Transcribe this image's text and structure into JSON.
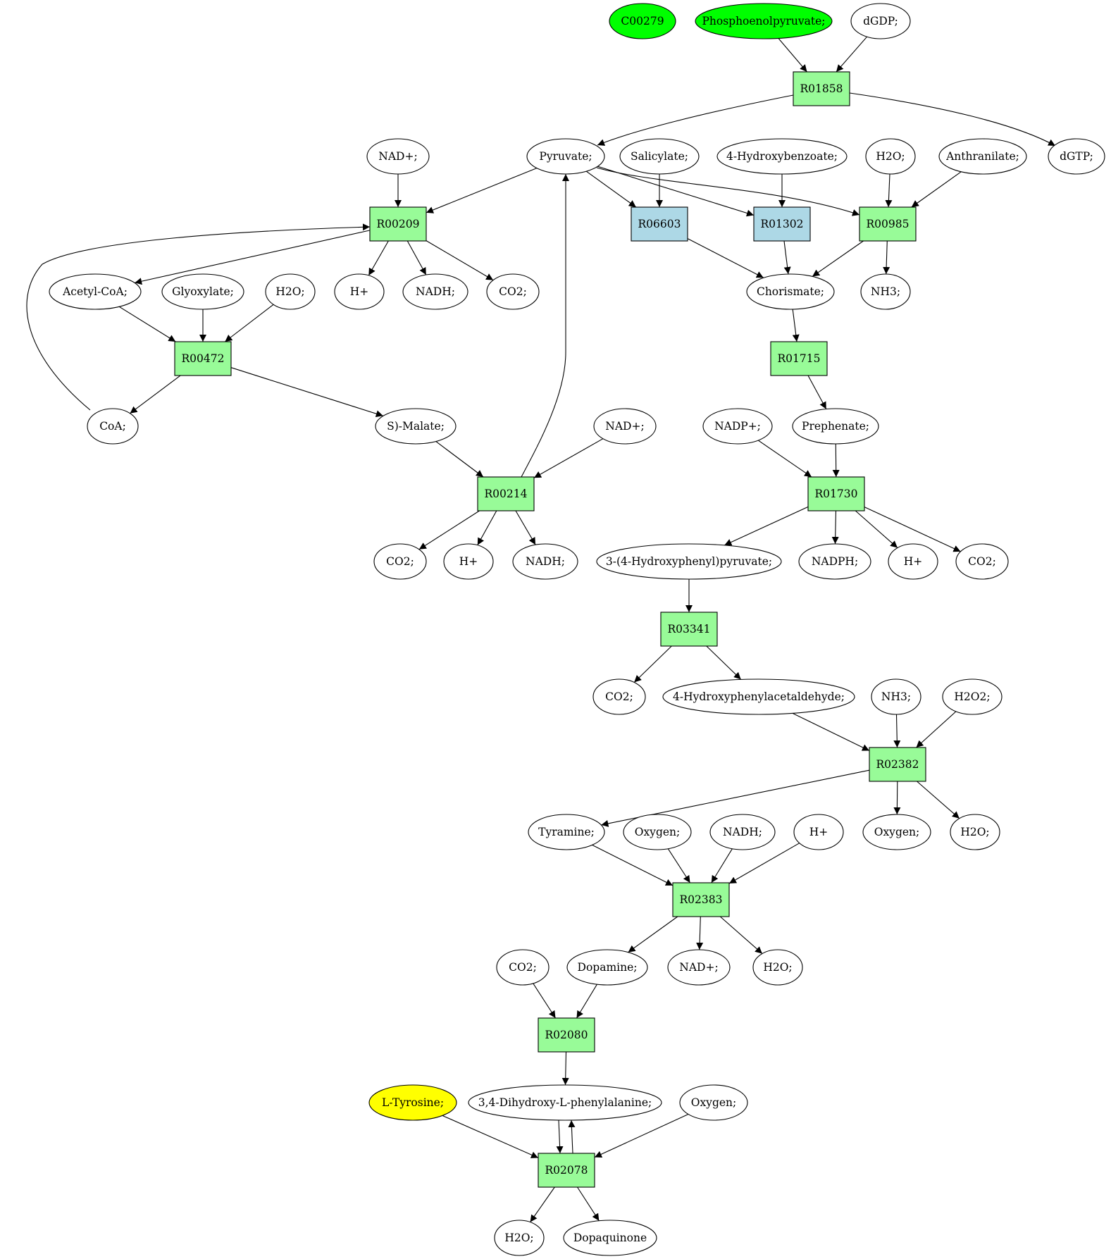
{
  "colors": {
    "reaction": "#98fb98",
    "reaction_alt": "#add8e6",
    "compound": "#ffffff",
    "source": "#00ff00",
    "target": "#ffff00",
    "stroke": "#000000"
  },
  "nodes": [
    {
      "id": "c00279",
      "label": "C00279",
      "kind": "compound",
      "fill": "#00ff00"
    },
    {
      "id": "pep",
      "label": "Phosphoenolpyruvate;",
      "kind": "compound",
      "fill": "#00ff00"
    },
    {
      "id": "dgdp",
      "label": "dGDP;",
      "kind": "compound"
    },
    {
      "id": "R01858",
      "label": "R01858",
      "kind": "reaction"
    },
    {
      "id": "dgtp",
      "label": "dGTP;",
      "kind": "compound"
    },
    {
      "id": "nad1",
      "label": "NAD+;",
      "kind": "compound"
    },
    {
      "id": "pyruvate",
      "label": "Pyruvate;",
      "kind": "compound"
    },
    {
      "id": "salicylate",
      "label": "Salicylate;",
      "kind": "compound"
    },
    {
      "id": "hbz",
      "label": "4-Hydroxybenzoate;",
      "kind": "compound"
    },
    {
      "id": "h2o_top",
      "label": "H2O;",
      "kind": "compound"
    },
    {
      "id": "anthranilate",
      "label": "Anthranilate;",
      "kind": "compound"
    },
    {
      "id": "R00209",
      "label": "R00209",
      "kind": "reaction"
    },
    {
      "id": "R06603",
      "label": "R06603",
      "kind": "reaction",
      "fill": "#add8e6"
    },
    {
      "id": "R01302",
      "label": "R01302",
      "kind": "reaction",
      "fill": "#add8e6"
    },
    {
      "id": "R00985",
      "label": "R00985",
      "kind": "reaction"
    },
    {
      "id": "acetylcoa",
      "label": "Acetyl-CoA;",
      "kind": "compound"
    },
    {
      "id": "glyoxylate",
      "label": "Glyoxylate;",
      "kind": "compound"
    },
    {
      "id": "h2o_b",
      "label": "H2O;",
      "kind": "compound"
    },
    {
      "id": "hplus1",
      "label": "H+",
      "kind": "compound"
    },
    {
      "id": "nadh1",
      "label": "NADH;",
      "kind": "compound"
    },
    {
      "id": "co2_a",
      "label": "CO2;",
      "kind": "compound"
    },
    {
      "id": "chorismate",
      "label": "Chorismate;",
      "kind": "compound"
    },
    {
      "id": "nh3_a",
      "label": "NH3;",
      "kind": "compound"
    },
    {
      "id": "R00472",
      "label": "R00472",
      "kind": "reaction"
    },
    {
      "id": "R01715",
      "label": "R01715",
      "kind": "reaction"
    },
    {
      "id": "coa",
      "label": "CoA;",
      "kind": "compound"
    },
    {
      "id": "smalate",
      "label": "S)-Malate;",
      "kind": "compound"
    },
    {
      "id": "nad2",
      "label": "NAD+;",
      "kind": "compound"
    },
    {
      "id": "nadp",
      "label": "NADP+;",
      "kind": "compound"
    },
    {
      "id": "prephenate",
      "label": "Prephenate;",
      "kind": "compound"
    },
    {
      "id": "R00214",
      "label": "R00214",
      "kind": "reaction"
    },
    {
      "id": "R01730",
      "label": "R01730",
      "kind": "reaction"
    },
    {
      "id": "co2_b",
      "label": "CO2;",
      "kind": "compound"
    },
    {
      "id": "hplus2",
      "label": "H+",
      "kind": "compound"
    },
    {
      "id": "nadh2",
      "label": "NADH;",
      "kind": "compound"
    },
    {
      "id": "hpp",
      "label": "3-(4-Hydroxyphenyl)pyruvate;",
      "kind": "compound"
    },
    {
      "id": "nadph",
      "label": "NADPH;",
      "kind": "compound"
    },
    {
      "id": "hplus3",
      "label": "H+",
      "kind": "compound"
    },
    {
      "id": "co2_c",
      "label": "CO2;",
      "kind": "compound"
    },
    {
      "id": "R03341",
      "label": "R03341",
      "kind": "reaction"
    },
    {
      "id": "co2_d",
      "label": "CO2;",
      "kind": "compound"
    },
    {
      "id": "hpaa",
      "label": "4-Hydroxyphenylacetaldehyde;",
      "kind": "compound"
    },
    {
      "id": "nh3_b",
      "label": "NH3;",
      "kind": "compound"
    },
    {
      "id": "h2o2",
      "label": "H2O2;",
      "kind": "compound"
    },
    {
      "id": "R02382",
      "label": "R02382",
      "kind": "reaction"
    },
    {
      "id": "tyramine",
      "label": "Tyramine;",
      "kind": "compound"
    },
    {
      "id": "oxygen1",
      "label": "Oxygen;",
      "kind": "compound"
    },
    {
      "id": "nadh3",
      "label": "NADH;",
      "kind": "compound"
    },
    {
      "id": "hplus4",
      "label": "H+",
      "kind": "compound"
    },
    {
      "id": "oxygen2",
      "label": "Oxygen;",
      "kind": "compound"
    },
    {
      "id": "h2o_c",
      "label": "H2O;",
      "kind": "compound"
    },
    {
      "id": "R02383",
      "label": "R02383",
      "kind": "reaction"
    },
    {
      "id": "co2_e",
      "label": "CO2;",
      "kind": "compound"
    },
    {
      "id": "dopamine",
      "label": "Dopamine;",
      "kind": "compound"
    },
    {
      "id": "nad3",
      "label": "NAD+;",
      "kind": "compound"
    },
    {
      "id": "h2o_d",
      "label": "H2O;",
      "kind": "compound"
    },
    {
      "id": "R02080",
      "label": "R02080",
      "kind": "reaction"
    },
    {
      "id": "ltyrosine",
      "label": "L-Tyrosine;",
      "kind": "compound",
      "fill": "#ffff00"
    },
    {
      "id": "dopa",
      "label": "3,4-Dihydroxy-L-phenylalanine;",
      "kind": "compound"
    },
    {
      "id": "oxygen3",
      "label": "Oxygen;",
      "kind": "compound"
    },
    {
      "id": "R02078",
      "label": "R02078",
      "kind": "reaction"
    },
    {
      "id": "h2o_e",
      "label": "H2O;",
      "kind": "compound"
    },
    {
      "id": "dopaquinone",
      "label": "Dopaquinone",
      "kind": "compound"
    }
  ],
  "edges": [
    [
      "pep",
      "R01858"
    ],
    [
      "dgdp",
      "R01858"
    ],
    [
      "R01858",
      "pyruvate"
    ],
    [
      "R01858",
      "dgtp"
    ],
    [
      "nad1",
      "R00209"
    ],
    [
      "pyruvate",
      "R00209"
    ],
    [
      "pyruvate",
      "R06603"
    ],
    [
      "salicylate",
      "R06603"
    ],
    [
      "pyruvate",
      "R01302"
    ],
    [
      "hbz",
      "R01302"
    ],
    [
      "pyruvate",
      "R00985"
    ],
    [
      "h2o_top",
      "R00985"
    ],
    [
      "anthranilate",
      "R00985"
    ],
    [
      "R00209",
      "acetylcoa"
    ],
    [
      "R00209",
      "hplus1"
    ],
    [
      "R00209",
      "nadh1"
    ],
    [
      "R00209",
      "co2_a"
    ],
    [
      "R06603",
      "chorismate"
    ],
    [
      "R01302",
      "chorismate"
    ],
    [
      "R00985",
      "chorismate"
    ],
    [
      "R00985",
      "nh3_a"
    ],
    [
      "acetylcoa",
      "R00472"
    ],
    [
      "glyoxylate",
      "R00472"
    ],
    [
      "h2o_b",
      "R00472"
    ],
    [
      "R00472",
      "coa"
    ],
    [
      "R00472",
      "smalate"
    ],
    [
      "coa",
      "R00209"
    ],
    [
      "chorismate",
      "R01715"
    ],
    [
      "R01715",
      "prephenate"
    ],
    [
      "smalate",
      "R00214"
    ],
    [
      "nad2",
      "R00214"
    ],
    [
      "R00214",
      "pyruvate"
    ],
    [
      "R00214",
      "co2_b"
    ],
    [
      "R00214",
      "hplus2"
    ],
    [
      "R00214",
      "nadh2"
    ],
    [
      "nadp",
      "R01730"
    ],
    [
      "prephenate",
      "R01730"
    ],
    [
      "R01730",
      "hpp"
    ],
    [
      "R01730",
      "nadph"
    ],
    [
      "R01730",
      "hplus3"
    ],
    [
      "R01730",
      "co2_c"
    ],
    [
      "hpp",
      "R03341"
    ],
    [
      "R03341",
      "co2_d"
    ],
    [
      "R03341",
      "hpaa"
    ],
    [
      "hpaa",
      "R02382"
    ],
    [
      "nh3_b",
      "R02382"
    ],
    [
      "h2o2",
      "R02382"
    ],
    [
      "R02382",
      "tyramine"
    ],
    [
      "R02382",
      "oxygen2"
    ],
    [
      "R02382",
      "h2o_c"
    ],
    [
      "tyramine",
      "R02383"
    ],
    [
      "oxygen1",
      "R02383"
    ],
    [
      "nadh3",
      "R02383"
    ],
    [
      "hplus4",
      "R02383"
    ],
    [
      "R02383",
      "dopamine"
    ],
    [
      "R02383",
      "nad3"
    ],
    [
      "R02383",
      "h2o_d"
    ],
    [
      "co2_e",
      "R02080"
    ],
    [
      "dopamine",
      "R02080"
    ],
    [
      "R02080",
      "dopa"
    ],
    [
      "ltyrosine",
      "R02078"
    ],
    [
      "dopa",
      "R02078"
    ],
    [
      "oxygen3",
      "R02078"
    ],
    [
      "R02078",
      "dopa"
    ],
    [
      "R02078",
      "h2o_e"
    ],
    [
      "R02078",
      "dopaquinone"
    ]
  ]
}
